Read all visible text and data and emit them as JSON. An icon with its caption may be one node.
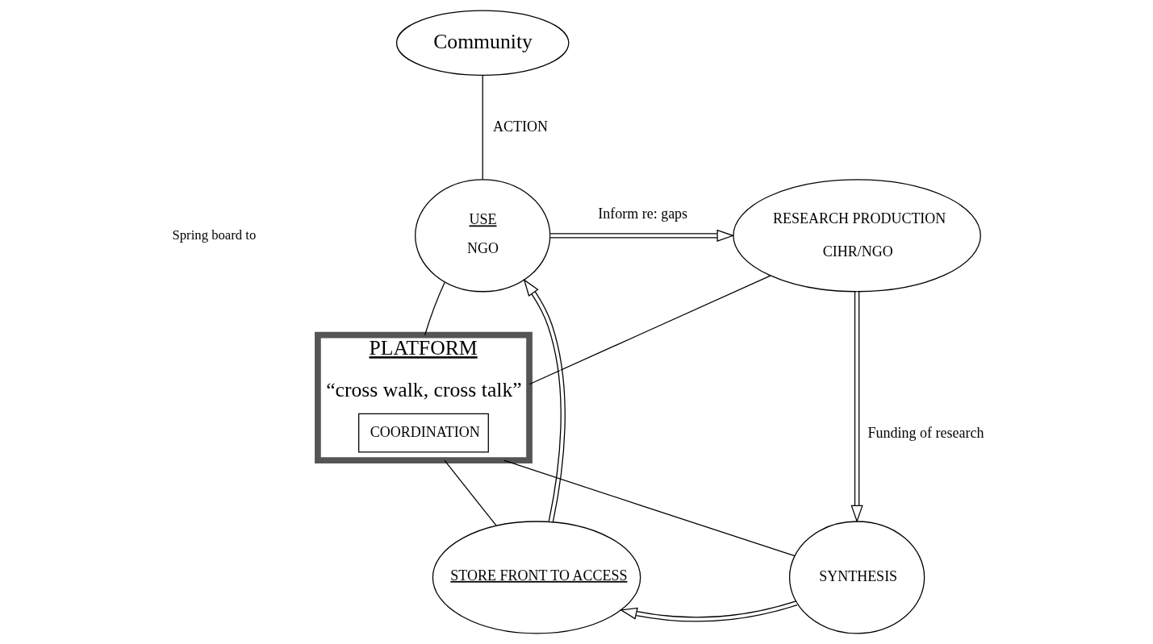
{
  "diagram": {
    "nodes": [
      {
        "text": [
          "Community"
        ]
      },
      {
        "text": [
          "USE",
          "NGO"
        ]
      },
      {
        "text": [
          "RESEARCH PRODUCTION",
          "CIHR/NGO"
        ]
      },
      {
        "text": [
          "PLATFORM",
          "“cross walk, cross talk”"
        ]
      },
      {
        "text": [
          "COORDINATION"
        ],
        "in": 3
      },
      {
        "text": [
          "STORE FRONT TO ACCESS"
        ]
      },
      {
        "text": [
          "SYNTHESIS"
        ]
      }
    ],
    "edges": [
      {
        "from": 0,
        "to": 1,
        "arrow": "none",
        "label": "ACTION"
      },
      {
        "from": 1,
        "to": 2,
        "arrow": "to",
        "label": "Inform re: gaps"
      },
      {
        "from": 2,
        "to": 6,
        "arrow": "to",
        "label": "Funding of research"
      },
      {
        "from": 6,
        "to": 5,
        "arrow": "to"
      },
      {
        "from": 5,
        "to": 1,
        "arrow": "to"
      },
      {
        "from": 1,
        "to": 3,
        "arrow": "none"
      },
      {
        "from": 2,
        "to": 3,
        "arrow": "none"
      },
      {
        "from": 5,
        "to": 3,
        "arrow": "none"
      },
      {
        "from": 6,
        "to": 3,
        "arrow": "none"
      }
    ],
    "labels": [
      "Spring board to"
    ]
  }
}
